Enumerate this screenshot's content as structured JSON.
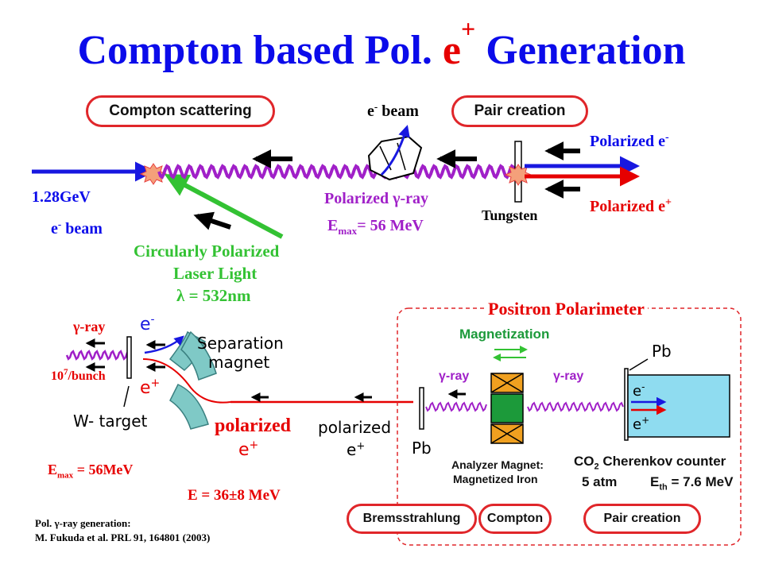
{
  "title": {
    "main": "Compton based Pol. ",
    "e": "e",
    "sup": "+",
    "rest": " Generation"
  },
  "upper": {
    "compton_scattering": "Compton scattering",
    "pair_creation": "Pair creation",
    "e_beam_top": "e",
    "e_beam_top_sup": "-",
    "e_beam_top_rest": " beam",
    "beam_energy": "1.28GeV",
    "beam_label": "e",
    "beam_label_sup": "-",
    "beam_label_rest": " beam",
    "polarized_gamma": "Polarized γ-ray",
    "emax": "E",
    "emax_sub": "max",
    "emax_rest": "= 56 MeV",
    "tungsten": "Tungsten",
    "pol_e_minus": "Polarized e",
    "pol_e_minus_sup": "-",
    "pol_e_plus": "Polarized e",
    "pol_e_plus_sup": "+",
    "laser_line1": "Circularly Polarized",
    "laser_line2": "Laser Light",
    "laser_line3": "λ = 532nm"
  },
  "lower": {
    "gamma_ray": "γ-ray",
    "bunch": "10",
    "bunch_sup": "7",
    "bunch_rest": "/bunch",
    "e_minus": "e",
    "e_minus_sup": "-",
    "e_plus": "e",
    "e_plus_sup": "+",
    "sep_line1": "Separation",
    "sep_line2": "magnet",
    "w_target": "W- target",
    "polarized_red": "polarized",
    "e_plus_red": "e",
    "e_plus_red_sup": "+",
    "polarized_black": "polarized",
    "e_plus_black": "e",
    "e_plus_black_sup": "+",
    "emax": "E",
    "emax_sub": "max",
    "emax_rest": " = 56MeV",
    "energy": "E = 36±8 MeV",
    "ref_line1": "Pol. γ-ray generation:",
    "ref_line2": "M. Fukuda et al. PRL 91, 164801 (2003)"
  },
  "polarimeter": {
    "title": "Positron Polarimeter",
    "magnetization": "Magnetization",
    "gamma_left": "γ-ray",
    "gamma_right": "γ-ray",
    "pb_top": "Pb",
    "pb_left": "Pb",
    "e_minus": "e",
    "e_minus_sup": "-",
    "e_plus": "e",
    "e_plus_sup": "+",
    "analyzer_line1": "Analyzer Magnet:",
    "analyzer_line2": "Magnetized Iron",
    "co2_a": "CO",
    "co2_sub": "2",
    "co2_b": " Cherenkov counter",
    "atm": "5 atm",
    "eth": "E",
    "eth_sub": "th",
    "eth_rest": " = 7.6 MeV",
    "bremsstrahlung": "Bremsstrahlung",
    "compton": "Compton",
    "pair_creation": "Pair creation"
  },
  "colors": {
    "title": "#0b0bea",
    "red": "#e60000",
    "blue": "#1818e0",
    "purple": "#a020c8",
    "green": "#33c233"
  }
}
